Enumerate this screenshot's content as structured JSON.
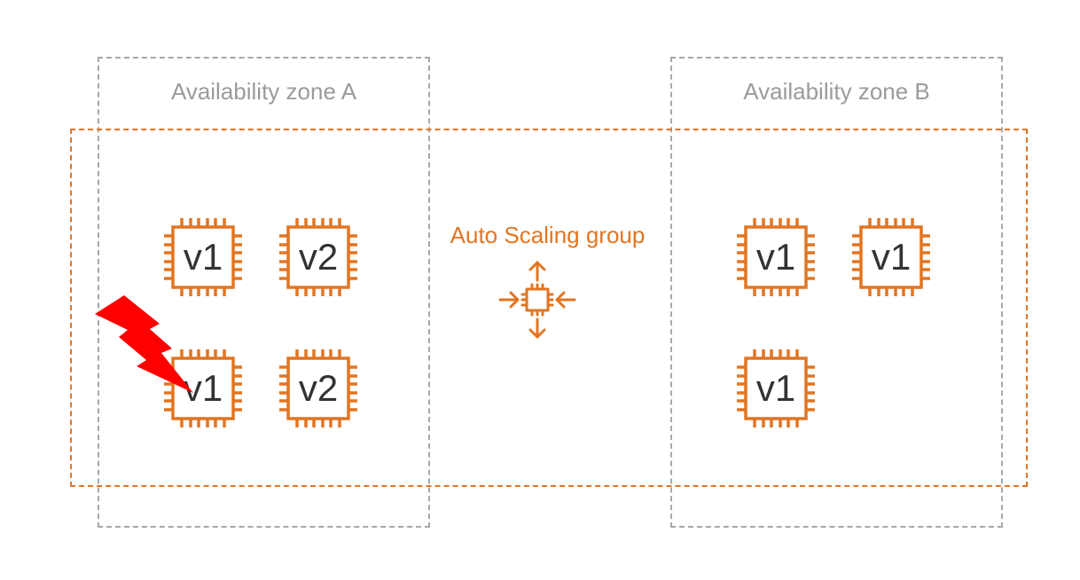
{
  "zones": [
    {
      "label": "Availability zone A"
    },
    {
      "label": "Availability zone B"
    }
  ],
  "auto_scaling_group": {
    "label": "Auto Scaling group",
    "icon": "auto-scaling-icon",
    "color": "#E27522"
  },
  "instances": [
    {
      "zone": "A",
      "version": "v1",
      "failed": false
    },
    {
      "zone": "A",
      "version": "v2",
      "failed": false
    },
    {
      "zone": "A",
      "version": "v1",
      "failed": true
    },
    {
      "zone": "A",
      "version": "v2",
      "failed": false
    },
    {
      "zone": "B",
      "version": "v1",
      "failed": false
    },
    {
      "zone": "B",
      "version": "v1",
      "failed": false
    },
    {
      "zone": "B",
      "version": "v1",
      "failed": false
    }
  ],
  "colors": {
    "instance_outline": "#E27522",
    "zone_border": "#A8A8A8",
    "failure": "#FF0000"
  }
}
